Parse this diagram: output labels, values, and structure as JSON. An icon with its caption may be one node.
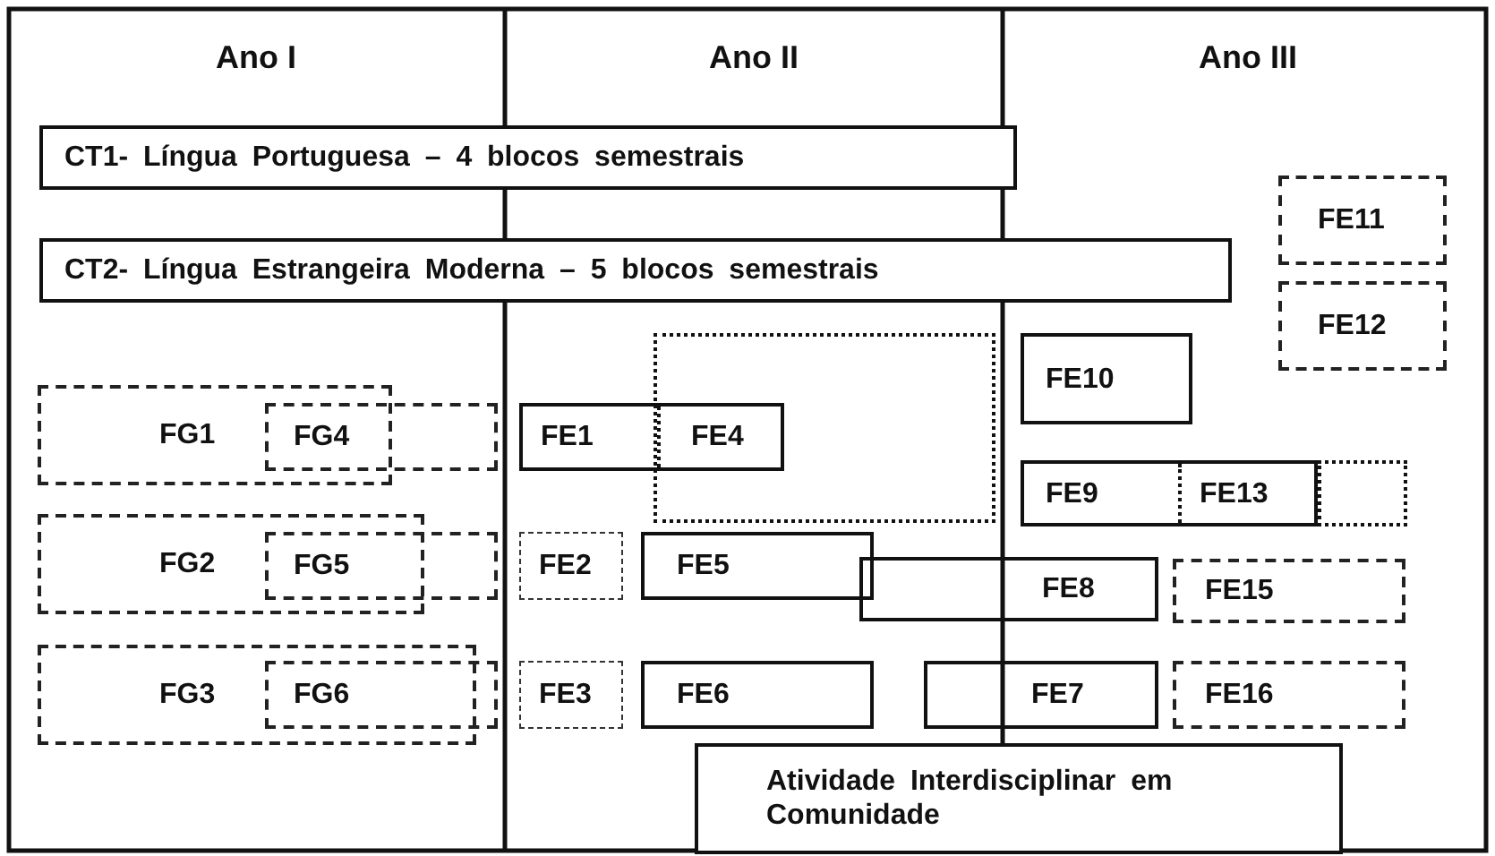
{
  "diagram": {
    "nodes": [
      {
        "text": [
          "CT1- Língua Portuguesa – 4 blocos semestrais"
        ]
      },
      {
        "text": [
          "FE11"
        ]
      },
      {
        "text": [
          "CT2- Língua Estrangeira Moderna – 5 blocos semestrais"
        ]
      },
      {
        "text": [
          "FE12"
        ]
      },
      {
        "text": [],
        "shape": "box"
      },
      {
        "text": [
          "FE10"
        ]
      },
      {
        "text": [
          "FG1"
        ]
      },
      {
        "text": [
          "FG4"
        ]
      },
      {
        "text": [
          "FE1",
          "FE4"
        ]
      },
      {
        "text": [
          "FE9",
          "FE13"
        ]
      },
      {
        "text": [],
        "shape": "box"
      },
      {
        "text": [
          "FG2"
        ]
      },
      {
        "text": [
          "FG5"
        ]
      },
      {
        "text": [
          "FE2"
        ]
      },
      {
        "text": [
          "FE5"
        ]
      },
      {
        "text": [
          "FE8"
        ]
      },
      {
        "text": [
          "FE15"
        ]
      },
      {
        "text": [
          "FG3"
        ]
      },
      {
        "text": [
          "FG6"
        ]
      },
      {
        "text": [
          "FE3"
        ]
      },
      {
        "text": [
          "FE6"
        ]
      },
      {
        "text": [
          "FE7"
        ]
      },
      {
        "text": [
          "FE16"
        ]
      },
      {
        "text": [
          "Atividade Interdisciplinar em Comunidade"
        ]
      }
    ],
    "labels": [
      "Ano I",
      "Ano II",
      "Ano III"
    ]
  }
}
